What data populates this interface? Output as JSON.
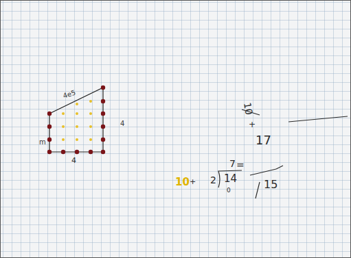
{
  "diagram": {
    "labels": [
      "4e5",
      "m",
      "4",
      "4",
      "10",
      "+",
      "7",
      "2",
      "14",
      "0",
      "10",
      "+",
      "17",
      "=",
      "15"
    ]
  }
}
